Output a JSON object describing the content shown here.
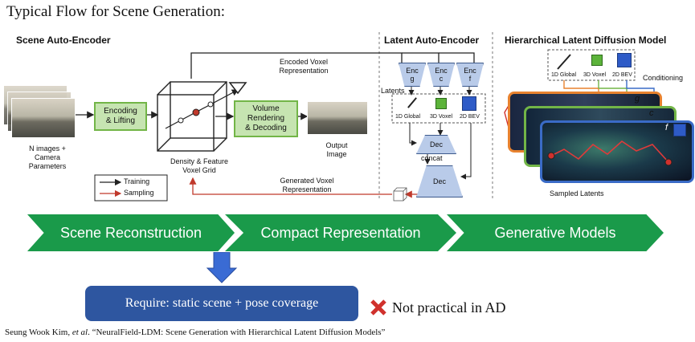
{
  "title": "Typical Flow for Scene Generation:",
  "sections": {
    "scene_ae": "Scene Auto-Encoder",
    "latent_ae": "Latent Auto-Encoder",
    "hldm": "Hierarchical Latent Diffusion Model"
  },
  "labels": {
    "n_images": "N images +\nCamera\nParameters",
    "encoding": "Encoding\n& Lifting",
    "density_grid": "Density & Feature\nVoxel Grid",
    "volume_rendering": "Volume\nRendering\n& Decoding",
    "output_image": "Output\nImage",
    "encoded_voxel": "Encoded Voxel\nRepresentation",
    "generated_voxel": "Generated Voxel\nRepresentation",
    "legend_training": "Training",
    "legend_sampling": "Sampling",
    "latents": "Latents",
    "enc_g": "Enc\ng",
    "enc_c": "Enc\nc",
    "enc_f": "Enc\nf",
    "lat_1d": "1D Global",
    "lat_3d": "3D Voxel",
    "lat_2d": "2D BEV",
    "dec_small": "Dec",
    "concat": "concat",
    "dec_big": "Dec",
    "cond_1d": "1D Global",
    "cond_3d": "3D Voxel",
    "cond_2d": "2D BEV",
    "conditioning": "Conditioning",
    "g": "g",
    "c": "c",
    "f": "f",
    "sampled_latents": "Sampled Latents"
  },
  "stages": [
    "Scene Reconstruction",
    "Compact Representation",
    "Generative Models"
  ],
  "requirement": "Require: static scene + pose coverage",
  "not_practical": "Not practical in AD",
  "citation_author": "Seung Wook Kim, ",
  "citation_etal": "et al",
  "citation_rest": ". “NeuralField-LDM: Scene Generation with Hierarchical Latent Diffusion Models”",
  "colors": {
    "green": "#1a9a4a",
    "blue": "#2e56a0",
    "orange": "#e8822f",
    "lightgreen": "#72b547",
    "red": "#d0312d"
  }
}
